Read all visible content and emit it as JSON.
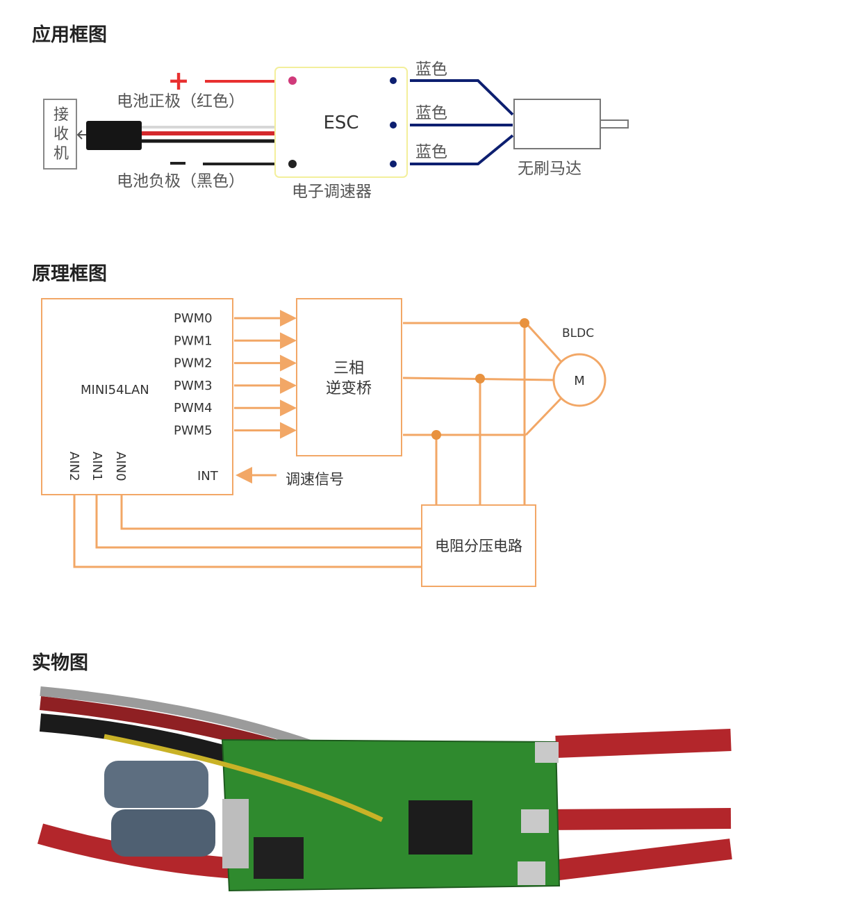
{
  "sections": {
    "application": "应用框图",
    "principle": "原理框图",
    "photo": "实物图"
  },
  "app_diagram": {
    "receiver": "接收机",
    "plus_sign": "+",
    "minus_sign": "−",
    "battery_positive": "电池正极（红色）",
    "battery_negative": "电池负极（黑色）",
    "esc_label": "ESC",
    "esc_caption": "电子调速器",
    "wire_colors": [
      "蓝色",
      "蓝色",
      "蓝色"
    ],
    "motor_caption": "无刷马达",
    "colors": {
      "red": "#e83030",
      "black": "#222222",
      "blue": "#0d1f70",
      "esc_border": "#f3ef9b"
    }
  },
  "principle_diagram": {
    "mcu_label": "MINI54LAN",
    "pwm_pins": [
      "PWM0",
      "PWM1",
      "PWM2",
      "PWM3",
      "PWM4",
      "PWM5"
    ],
    "ain_pins": [
      "AIN2",
      "AIN1",
      "AIN0"
    ],
    "int_pin": "INT",
    "bridge_label_line1": "三相",
    "bridge_label_line2": "逆变桥",
    "speed_signal": "调速信号",
    "divider_label": "电阻分压电路",
    "motor_type": "BLDC",
    "motor_symbol": "M",
    "colors": {
      "line": "#f2a766",
      "node": "#e8923f"
    }
  }
}
